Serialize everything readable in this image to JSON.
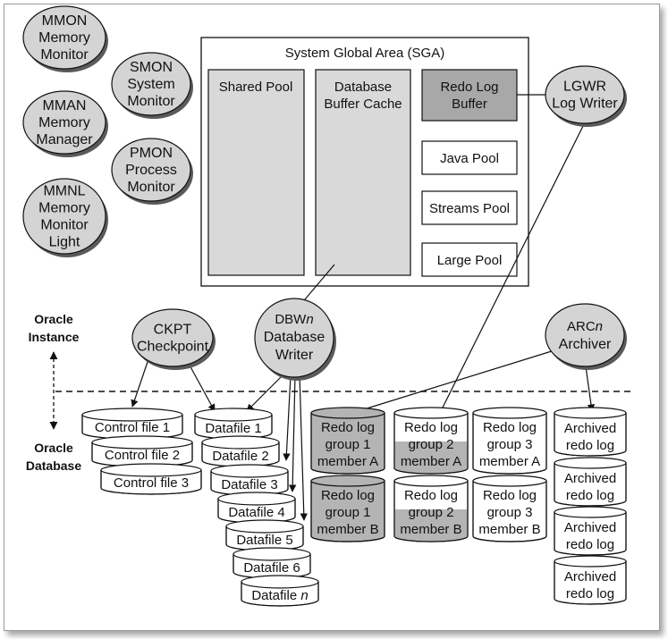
{
  "processes_left": [
    {
      "id": "mmon",
      "lines": [
        "MMON",
        "Memory",
        "Monitor"
      ]
    },
    {
      "id": "mman",
      "lines": [
        "MMAN",
        "Memory",
        "Manager"
      ]
    },
    {
      "id": "mmnl",
      "lines": [
        "MMNL",
        "Memory",
        "Monitor",
        "Light"
      ]
    },
    {
      "id": "smon",
      "lines": [
        "SMON",
        "System",
        "Monitor"
      ]
    },
    {
      "id": "pmon",
      "lines": [
        "PMON",
        "Process",
        "Monitor"
      ]
    }
  ],
  "sga": {
    "title": "System Global Area (SGA)",
    "shared_pool": "Shared Pool",
    "buffer_cache": [
      "Database",
      "Buffer Cache"
    ],
    "redo_buffer": [
      "Redo Log",
      "Buffer"
    ],
    "java_pool": "Java Pool",
    "streams_pool": "Streams Pool",
    "large_pool": "Large Pool"
  },
  "processes_right": {
    "lgwr": [
      "LGWR",
      "Log Writer"
    ],
    "ckpt": [
      "CKPT",
      "Checkpoint"
    ],
    "dbwn": {
      "line1": "DBW",
      "line1_italic": "n",
      "line2": "Database",
      "line3": "Writer"
    },
    "arcn": {
      "line1": "ARC",
      "line1_italic": "n",
      "line2": "Archiver"
    }
  },
  "side_labels": {
    "instance": [
      "Oracle",
      "Instance"
    ],
    "database": [
      "Oracle",
      "Database"
    ]
  },
  "control_files": [
    "Control file 1",
    "Control file 2",
    "Control file 3"
  ],
  "datafiles": [
    "Datafile 1",
    "Datafile 2",
    "Datafile 3",
    "Datafile 4",
    "Datafile 5",
    "Datafile 6",
    "Datafile "
  ],
  "datafile_last_italic": "n",
  "redo_groups": [
    {
      "label": [
        "Redo log",
        "group 1",
        "member A"
      ],
      "shade": "full"
    },
    {
      "label": [
        "Redo log",
        "group 2",
        "member A"
      ],
      "shade": "half"
    },
    {
      "label": [
        "Redo log",
        "group 3",
        "member A"
      ],
      "shade": "none"
    },
    {
      "label": [
        "Redo log",
        "group 1",
        "member B"
      ],
      "shade": "full"
    },
    {
      "label": [
        "Redo log",
        "group 2",
        "member B"
      ],
      "shade": "half"
    },
    {
      "label": [
        "Redo log",
        "group 3",
        "member B"
      ],
      "shade": "none"
    }
  ],
  "archived": [
    [
      "Archived",
      "redo log"
    ],
    [
      "Archived",
      "redo log"
    ],
    [
      "Archived",
      "redo log"
    ],
    [
      "Archived",
      "redo log"
    ]
  ],
  "colors": {
    "process_fill": "#d4d4d4",
    "process_shadow": "#5a5a5a",
    "pool_fill": "#d9d9d9",
    "redo_buffer_fill": "#a8a8a8",
    "redo_shade": "#b4b4b4",
    "stroke": "#111111"
  }
}
